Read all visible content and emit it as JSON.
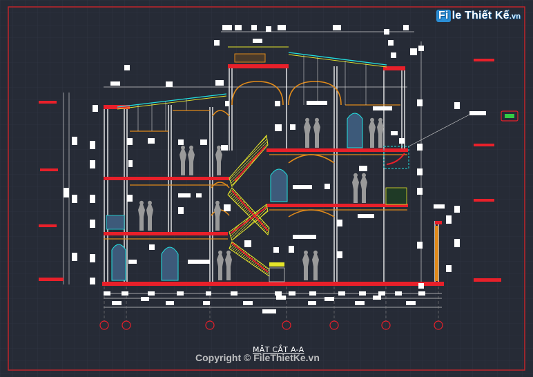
{
  "brand": {
    "logo_fi": "Fi",
    "logo_text": "le Thiết Kế",
    "logo_domain": ".vn"
  },
  "drawing": {
    "title": "MẶT CẮT A-A"
  },
  "footer": {
    "copyright": "Copyright © FileThietKe.vn"
  },
  "palette": {
    "background": "#262b36",
    "wall": "#ffffff",
    "slab": "#e8202a",
    "stair": "#e6e62a",
    "roof": "#22e0e0",
    "arch": "#e08a1a",
    "figure": "#9a9a9a"
  }
}
